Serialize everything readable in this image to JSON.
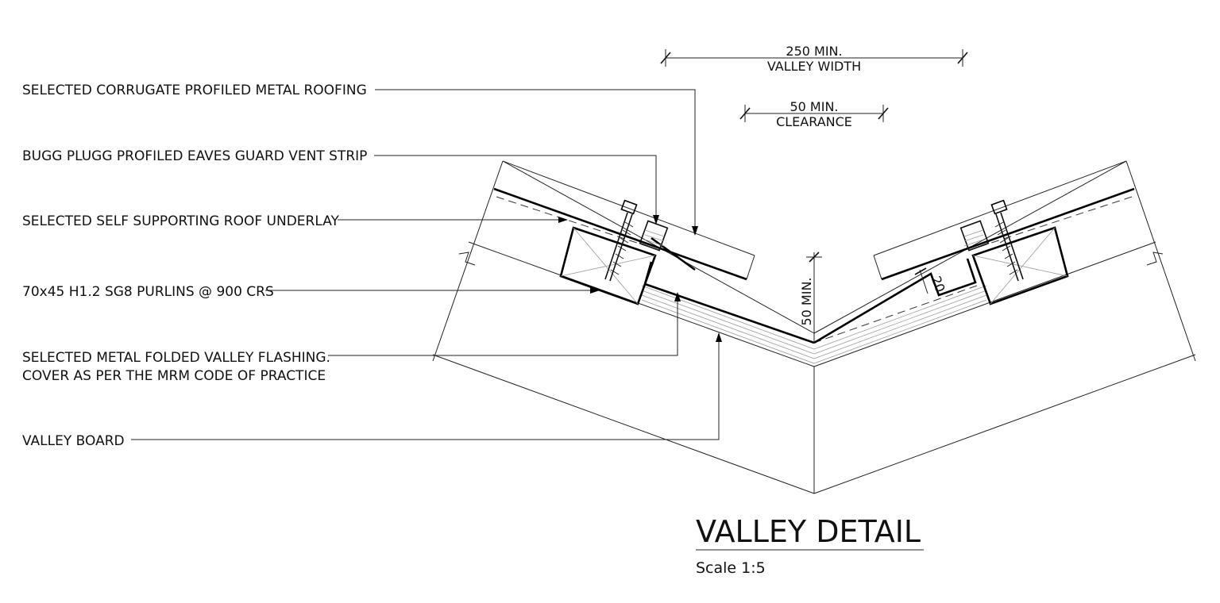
{
  "annotations": {
    "roofing": "SELECTED CORRUGATE PROFILED METAL ROOFING",
    "vent_strip": "BUGG PLUGG PROFILED EAVES GUARD VENT STRIP",
    "underlay": "SELECTED SELF SUPPORTING ROOF UNDERLAY",
    "purlins": "70x45 H1.2 SG8 PURLINS @ 900 CRS",
    "flashing_line1": "SELECTED METAL FOLDED VALLEY FLASHING.",
    "flashing_line2": "COVER AS PER THE MRM CODE OF PRACTICE",
    "valley_board": "VALLEY BOARD"
  },
  "dimensions": {
    "valley_width_value": "250 MIN.",
    "valley_width_label": "VALLEY WIDTH",
    "clearance_value": "50 MIN.",
    "clearance_label": "CLEARANCE",
    "vertical_min": "50 MIN.",
    "overlap": "20"
  },
  "title": {
    "main": "VALLEY DETAIL",
    "scale": "Scale 1:5"
  }
}
